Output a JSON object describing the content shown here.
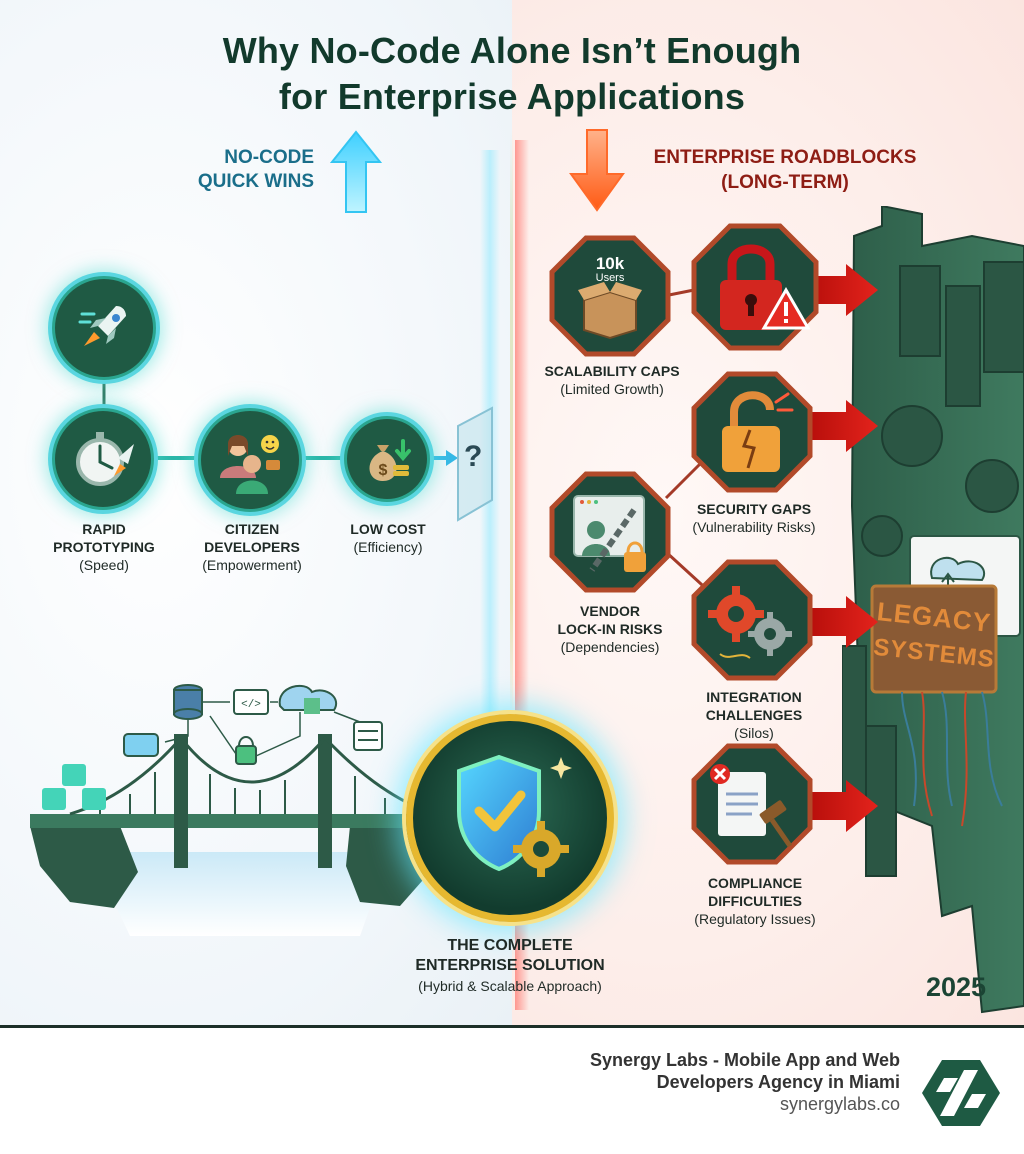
{
  "title": {
    "line1": "Why No-Code Alone Isn’t Enough",
    "line2": "for Enterprise Applications"
  },
  "left": {
    "heading_line1": "NO-CODE",
    "heading_line2": "QUICK WINS",
    "items": [
      {
        "title_line1": "RAPID",
        "title_line2": "PROTOTYPING",
        "subtitle": "(Speed)",
        "icon": "stopwatch-rocket-icon"
      },
      {
        "title_line1": "CITIZEN",
        "title_line2": "DEVELOPERS",
        "subtitle": "(Empowerment)",
        "icon": "people-icon"
      },
      {
        "title_line1": "LOW COST",
        "title_line2": "",
        "subtitle": "(Efficiency)",
        "icon": "money-bag-icon"
      }
    ],
    "top_icon": "rocket-icon",
    "question_glyph": "?"
  },
  "right": {
    "heading_line1": "ENTERPRISE ROADBLOCKS",
    "heading_line2": "(LONG-TERM)",
    "scalability_badge": {
      "line1": "10k",
      "line2": "Users"
    },
    "items": [
      {
        "title_line1": "SCALABILITY CAPS",
        "title_line2": "",
        "subtitle": "(Limited Growth)",
        "icon": "box-icon"
      },
      {
        "title_line1": "SECURITY GAPS",
        "title_line2": "",
        "subtitle": "(Vulnerability Risks)",
        "icon": "broken-lock-icon"
      },
      {
        "title_line1": "VENDOR",
        "title_line2": "LOCK-IN RISKS",
        "subtitle": "(Dependencies)",
        "icon": "chain-lock-icon"
      },
      {
        "title_line1": "INTEGRATION",
        "title_line2": "CHALLENGES",
        "subtitle": "(Silos)",
        "icon": "gears-icon"
      },
      {
        "title_line1": "COMPLIANCE",
        "title_line2": "DIFFICULTIES",
        "subtitle": "(Regulatory Issues)",
        "icon": "document-gavel-icon"
      }
    ],
    "legacy_sign": {
      "line1": "LEGACY",
      "line2": "SYSTEMS"
    }
  },
  "solution": {
    "title_line1": "THE COMPLETE",
    "title_line2": "ENTERPRISE SOLUTION",
    "subtitle": "(Hybrid & Scalable Approach)",
    "icon": "shield-check-gear-icon"
  },
  "year": "2025",
  "footer": {
    "company_line1": "Synergy Labs - Mobile App and Web",
    "company_line2": "Developers Agency in Miami",
    "url": "synergylabs.co"
  },
  "colors": {
    "title": "#123a2c",
    "left_accent": "#1a6e8a",
    "right_accent": "#8e1d14",
    "node_green": "#1f5a44",
    "alert_red": "#d3261f"
  }
}
